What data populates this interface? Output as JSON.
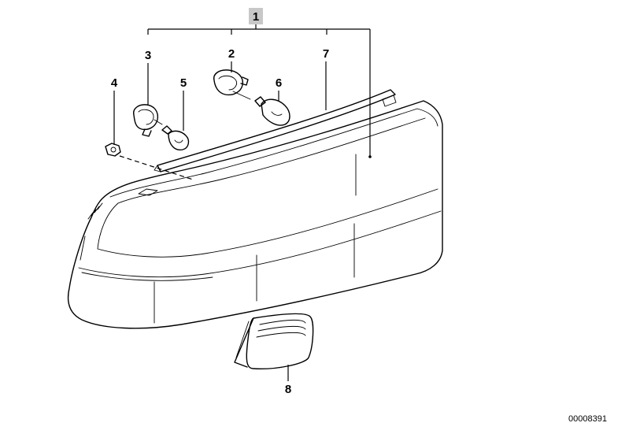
{
  "callouts": {
    "assembly": "1",
    "p2": "2",
    "p3": "3",
    "p4": "4",
    "p5": "5",
    "p6": "6",
    "p7": "7",
    "p8": "8"
  },
  "diagram_id": "00008391",
  "colors": {
    "line": "#000000",
    "background": "#ffffff",
    "callout_box": "#c8c8c8"
  }
}
